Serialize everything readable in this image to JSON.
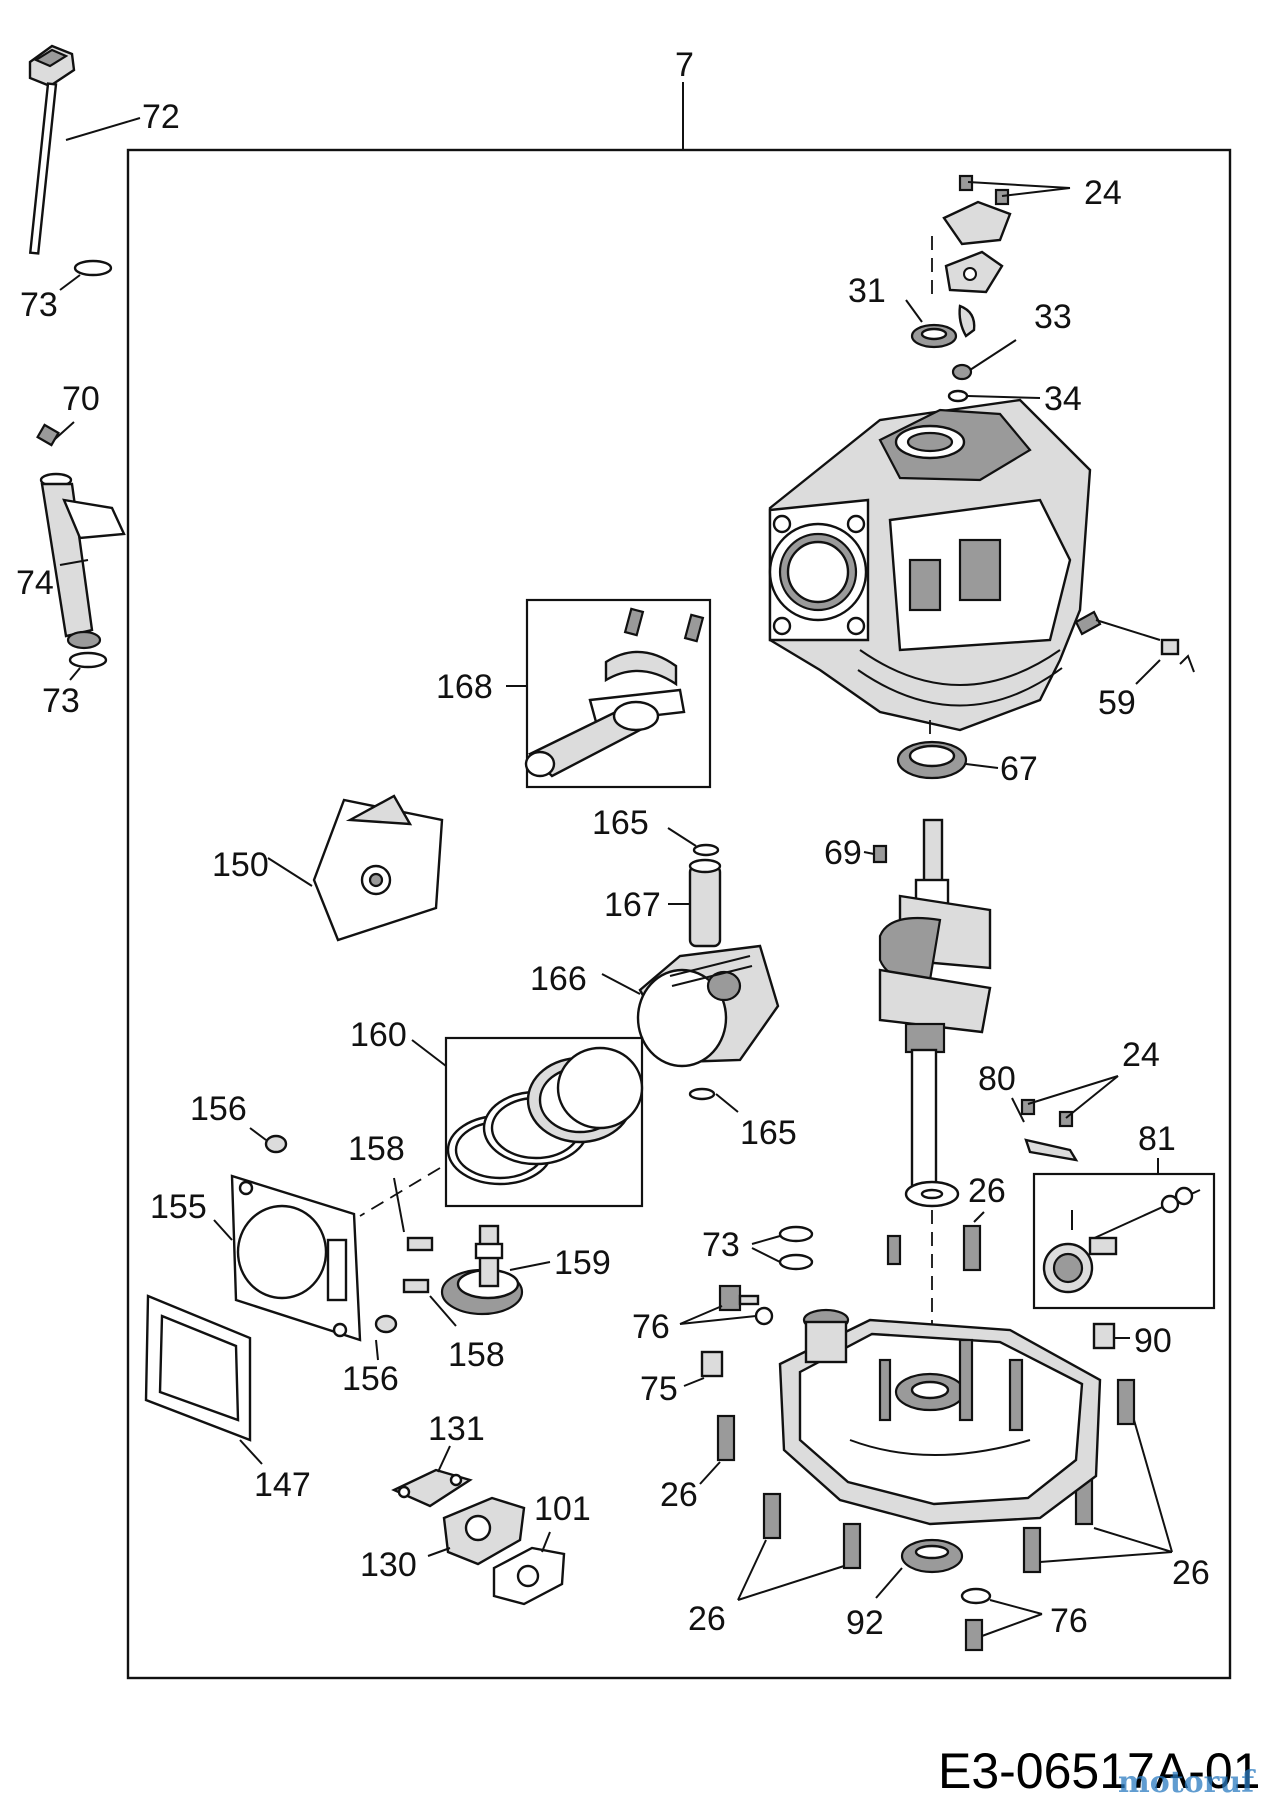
{
  "document_code": "E3-06517A-01",
  "watermark": "motoruf",
  "labels": {
    "l7": "7",
    "l72": "72",
    "l73a": "73",
    "l70": "70",
    "l74": "74",
    "l73b": "73",
    "l24a": "24",
    "l31": "31",
    "l33": "33",
    "l34": "34",
    "l168": "168",
    "l59": "59",
    "l67": "67",
    "l165a": "165",
    "l69": "69",
    "l150": "150",
    "l167": "167",
    "l166": "166",
    "l160": "160",
    "l165b": "165",
    "l80": "80",
    "l24b": "24",
    "l156a": "156",
    "l81": "81",
    "l158a": "158",
    "l155": "155",
    "l26a": "26",
    "l73c": "73",
    "l159": "159",
    "l76a": "76",
    "l158b": "158",
    "l90": "90",
    "l156b": "156",
    "l75": "75",
    "l131": "131",
    "l26b": "26",
    "l147": "147",
    "l101": "101",
    "l130": "130",
    "l26c": "26",
    "l26d": "26",
    "l92": "92",
    "l76b": "76"
  }
}
